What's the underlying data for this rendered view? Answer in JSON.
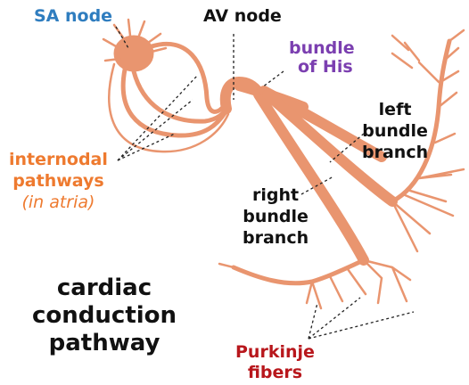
{
  "colors": {
    "conduction": "#e9956f",
    "conduction_dark": "#d97a52",
    "pointer": "#222222",
    "sa_label": "#2f7dbf",
    "his_label": "#7b3fb0",
    "internodal_label": "#ee7a2f",
    "purkinje_label": "#b8171c",
    "black_label": "#111111"
  },
  "labels": {
    "sa_node": "SA node",
    "av_node": "AV node",
    "bundle_of_his_1": "bundle",
    "bundle_of_his_2": "of His",
    "left_bundle_1": "left",
    "left_bundle_2": "bundle",
    "left_bundle_3": "branch",
    "right_bundle_1": "right",
    "right_bundle_2": "bundle",
    "right_bundle_3": "branch",
    "internodal_1": "internodal",
    "internodal_2": "pathways",
    "internodal_3": "(in atria)",
    "title_1": "cardiac",
    "title_2": "conduction",
    "title_3": "pathway",
    "purkinje_1": "Purkinje",
    "purkinje_2": "fibers"
  }
}
